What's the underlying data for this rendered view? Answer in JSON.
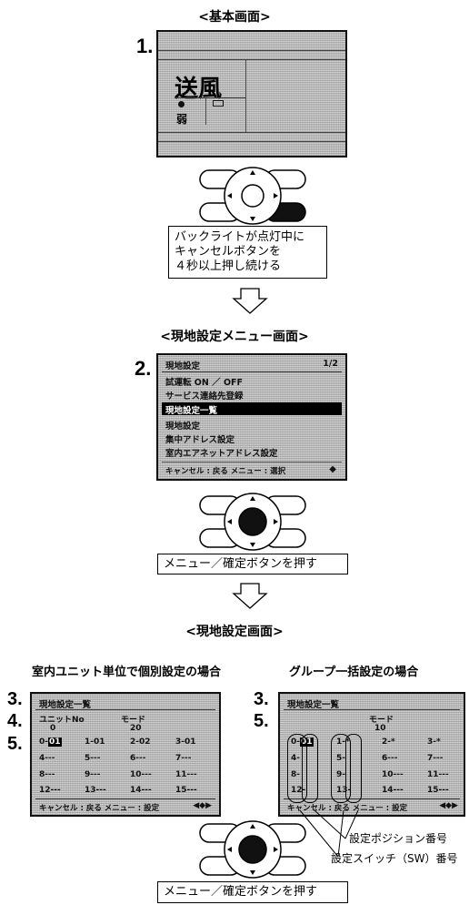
{
  "basic": {
    "title": "<基本画面>",
    "step": "1.",
    "mode": "送風",
    "fan": "弱"
  },
  "instruction1": [
    "バックライトが点灯中に",
    "キャンセルボタンを",
    "４秒以上押し続ける"
  ],
  "menu_screen": {
    "title": "<現地設定メニュー画面>",
    "step": "2.",
    "header": "現地設定",
    "page": "1/2",
    "items": [
      "試運転 ON ／ OFF",
      "サービス連絡先登録",
      "現地設定一覧",
      "現地設定",
      "集中アドレス設定",
      "室内エアネットアドレス設定"
    ],
    "footer": "キャンセル : 戻る  メニュー : 選択",
    "footer_icon": "up-down-arrow-icon"
  },
  "instruction2": "メニュー／確定ボタンを押す",
  "field_screen": {
    "title": "<現地設定画面>"
  },
  "individual": {
    "heading": "室内ユニット単位で個別設定の場合",
    "steps": [
      "3.",
      "4.",
      "5."
    ],
    "header": "現地設定一覧",
    "unit_label": "ユニットNo",
    "mode_label": "モード",
    "unit_value": "0",
    "mode_value": "20",
    "rows": [
      [
        "0-",
        "01",
        "1-01",
        "2-02",
        "3-01"
      ],
      [
        "4---",
        "5---",
        "6---",
        "7---"
      ],
      [
        "8---",
        "9---",
        "10---",
        "11---"
      ],
      [
        "12---",
        "13---",
        "14---",
        "15---"
      ]
    ],
    "footer": "キャンセル : 戻る  メニュー : 設定"
  },
  "group": {
    "heading": "グループ一括設定の場合",
    "steps": [
      "3.",
      "5."
    ],
    "header": "現地設定一覧",
    "mode_label": "モード",
    "mode_value": "10",
    "rows": [
      [
        "0-",
        "01",
        "1-",
        "*",
        "2-*",
        "3-*"
      ],
      [
        "4-",
        "5-",
        "6---",
        "7---"
      ],
      [
        "8-",
        "9-",
        "10---",
        "11---"
      ],
      [
        "12-",
        "13-",
        "14---",
        "15---"
      ]
    ],
    "footer": "キャンセル : 戻る  メニュー : 設定"
  },
  "callouts": {
    "position": "設定ポジション番号",
    "switch": "設定スイッチ（SW）番号"
  },
  "instruction3": "メニュー／確定ボタンを押す"
}
